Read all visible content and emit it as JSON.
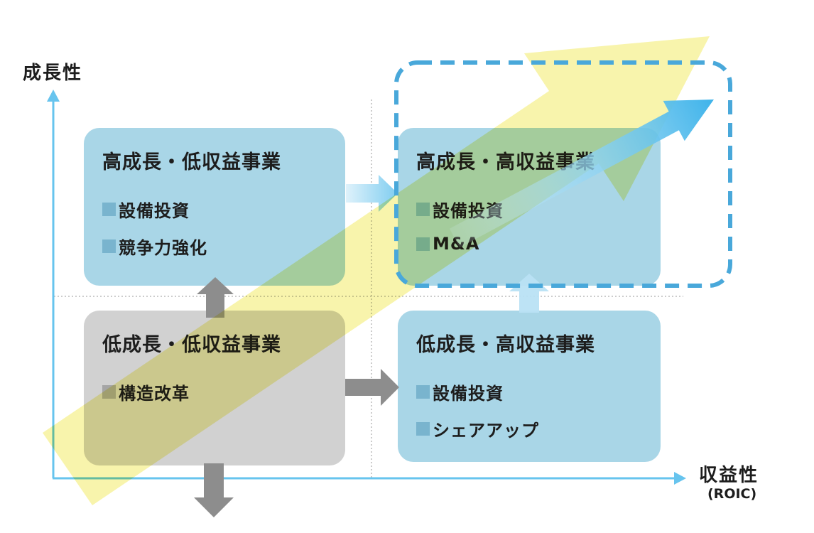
{
  "axes": {
    "y_label": "成長性",
    "x_label": "収益性",
    "x_sublabel": "(ROIC)"
  },
  "quadrants": [
    {
      "id": "high-growth-low-profit",
      "title": "高成長・低収益事業",
      "items": [
        "設備投資",
        "競争力強化"
      ]
    },
    {
      "id": "high-growth-high-profit",
      "title": "高成長・高収益事業",
      "items": [
        "設備投資",
        "M&A"
      ]
    },
    {
      "id": "low-growth-low-profit",
      "title": "低成長・低収益事業",
      "items": [
        "構造改革"
      ]
    },
    {
      "id": "low-growth-high-profit",
      "title": "低成長・高収益事業",
      "items": [
        "設備投資",
        "シェアアップ"
      ]
    }
  ],
  "colors": {
    "box_blue": "#a9d6e7",
    "box_gray": "#d1d1d1",
    "bullet_blue": "#79b4ce",
    "bullet_gray": "#a5a5a5",
    "axis_blue": "#67c4ee",
    "dash_blue": "#49a8da",
    "arrow_gray": "#8d8d8d",
    "arrow_blue_light": "#b9e2f4",
    "flow_yellow": "#f7f2a0",
    "gradient_arrow_strong": "#3eb3ea",
    "gradient_arrow_faint": "#d9f0fa"
  }
}
